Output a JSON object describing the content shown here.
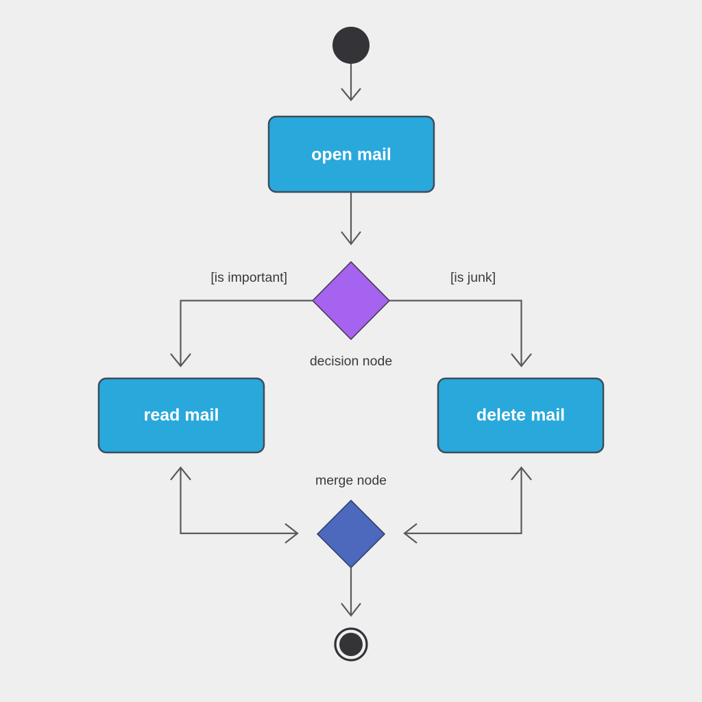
{
  "diagram": {
    "type": "uml-activity-diagram",
    "background_color": "#efefef",
    "nodes": {
      "start": {
        "name": "initial node",
        "color": "#333338"
      },
      "open_mail": {
        "label": "open mail",
        "fill": "#29a8dc",
        "border": "#3c4d5c",
        "text_color": "#ffffff"
      },
      "decision": {
        "label": "decision node",
        "fill": "#a663ef",
        "border": "#4a3a5a"
      },
      "read_mail": {
        "label": "read mail",
        "fill": "#29a8dc",
        "border": "#3c4d5c",
        "text_color": "#ffffff"
      },
      "delete_mail": {
        "label": "delete mail",
        "fill": "#29a8dc",
        "border": "#3c4d5c",
        "text_color": "#ffffff"
      },
      "merge": {
        "label": "merge node",
        "fill": "#4c69be",
        "border": "#33406e"
      },
      "end": {
        "name": "final node",
        "color": "#333338"
      }
    },
    "guards": {
      "left": "[is important]",
      "right": "[is junk]"
    },
    "edge_color": "#59595b"
  }
}
